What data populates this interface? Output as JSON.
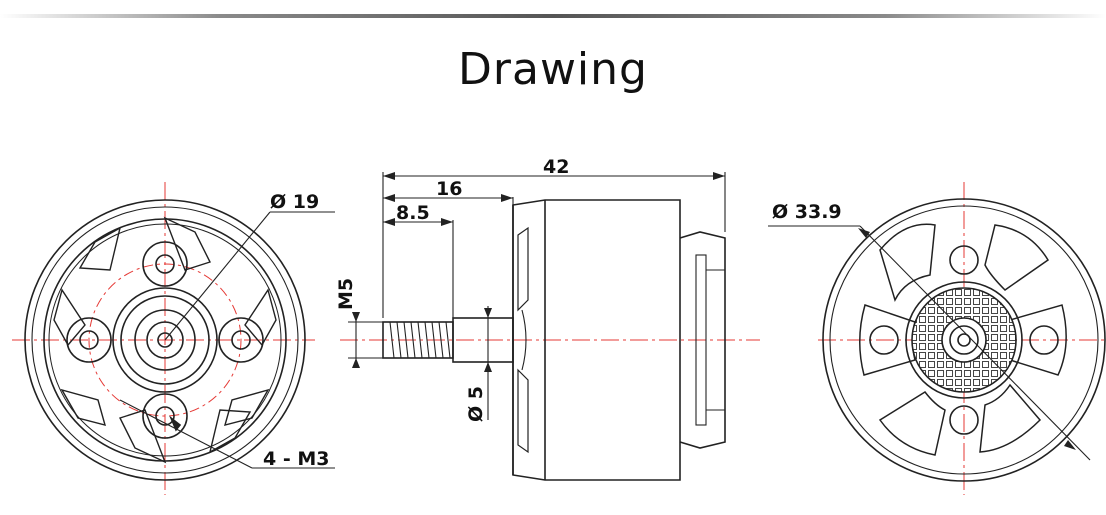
{
  "title": "Drawing",
  "dimensions": {
    "front_diameter": "Ø 19",
    "mount_holes": "4 - M3",
    "overall_length": "42",
    "length_16": "16",
    "length_8_5": "8.5",
    "thread": "M5",
    "shaft_diameter": "Ø 5",
    "rear_diameter": "Ø 33.9"
  },
  "colors": {
    "line": "#222222",
    "centerline": "#e53935",
    "rule": "#555555"
  }
}
